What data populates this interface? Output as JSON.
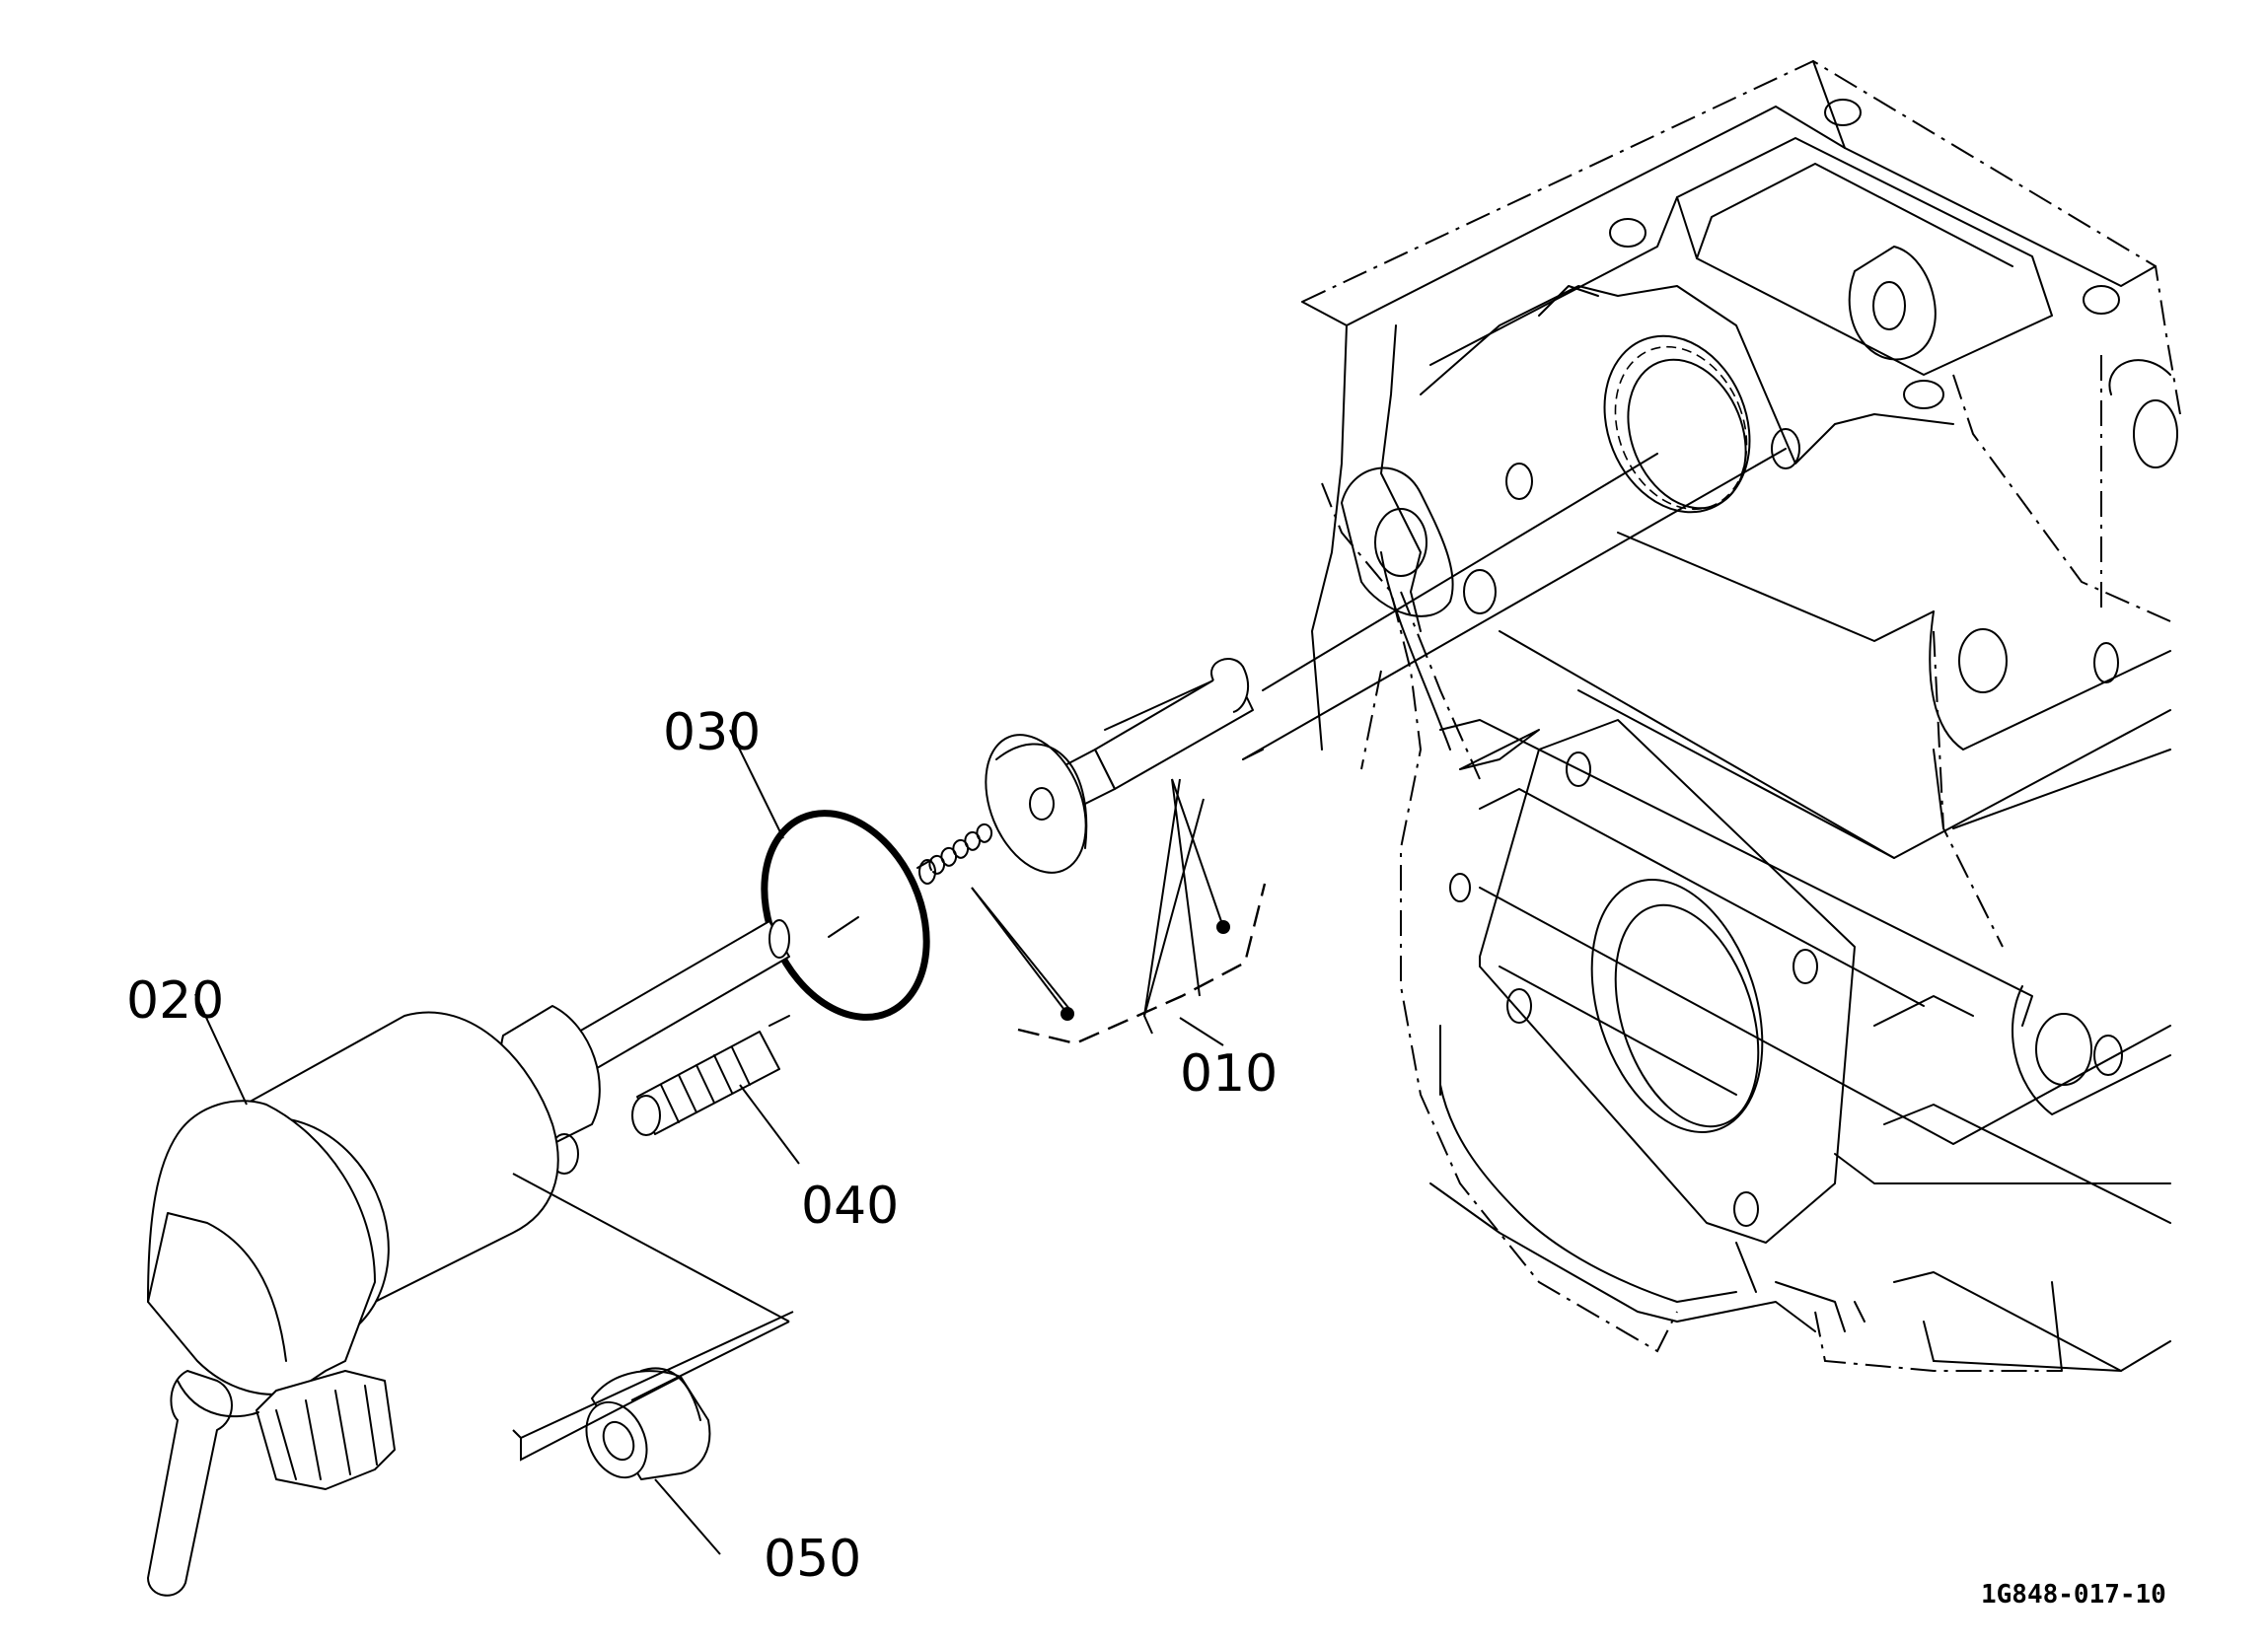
{
  "callouts": {
    "p010": "010",
    "p020": "020",
    "p030": "030",
    "p040": "040",
    "p050": "050"
  },
  "drawing_number": "1G848-017-10"
}
